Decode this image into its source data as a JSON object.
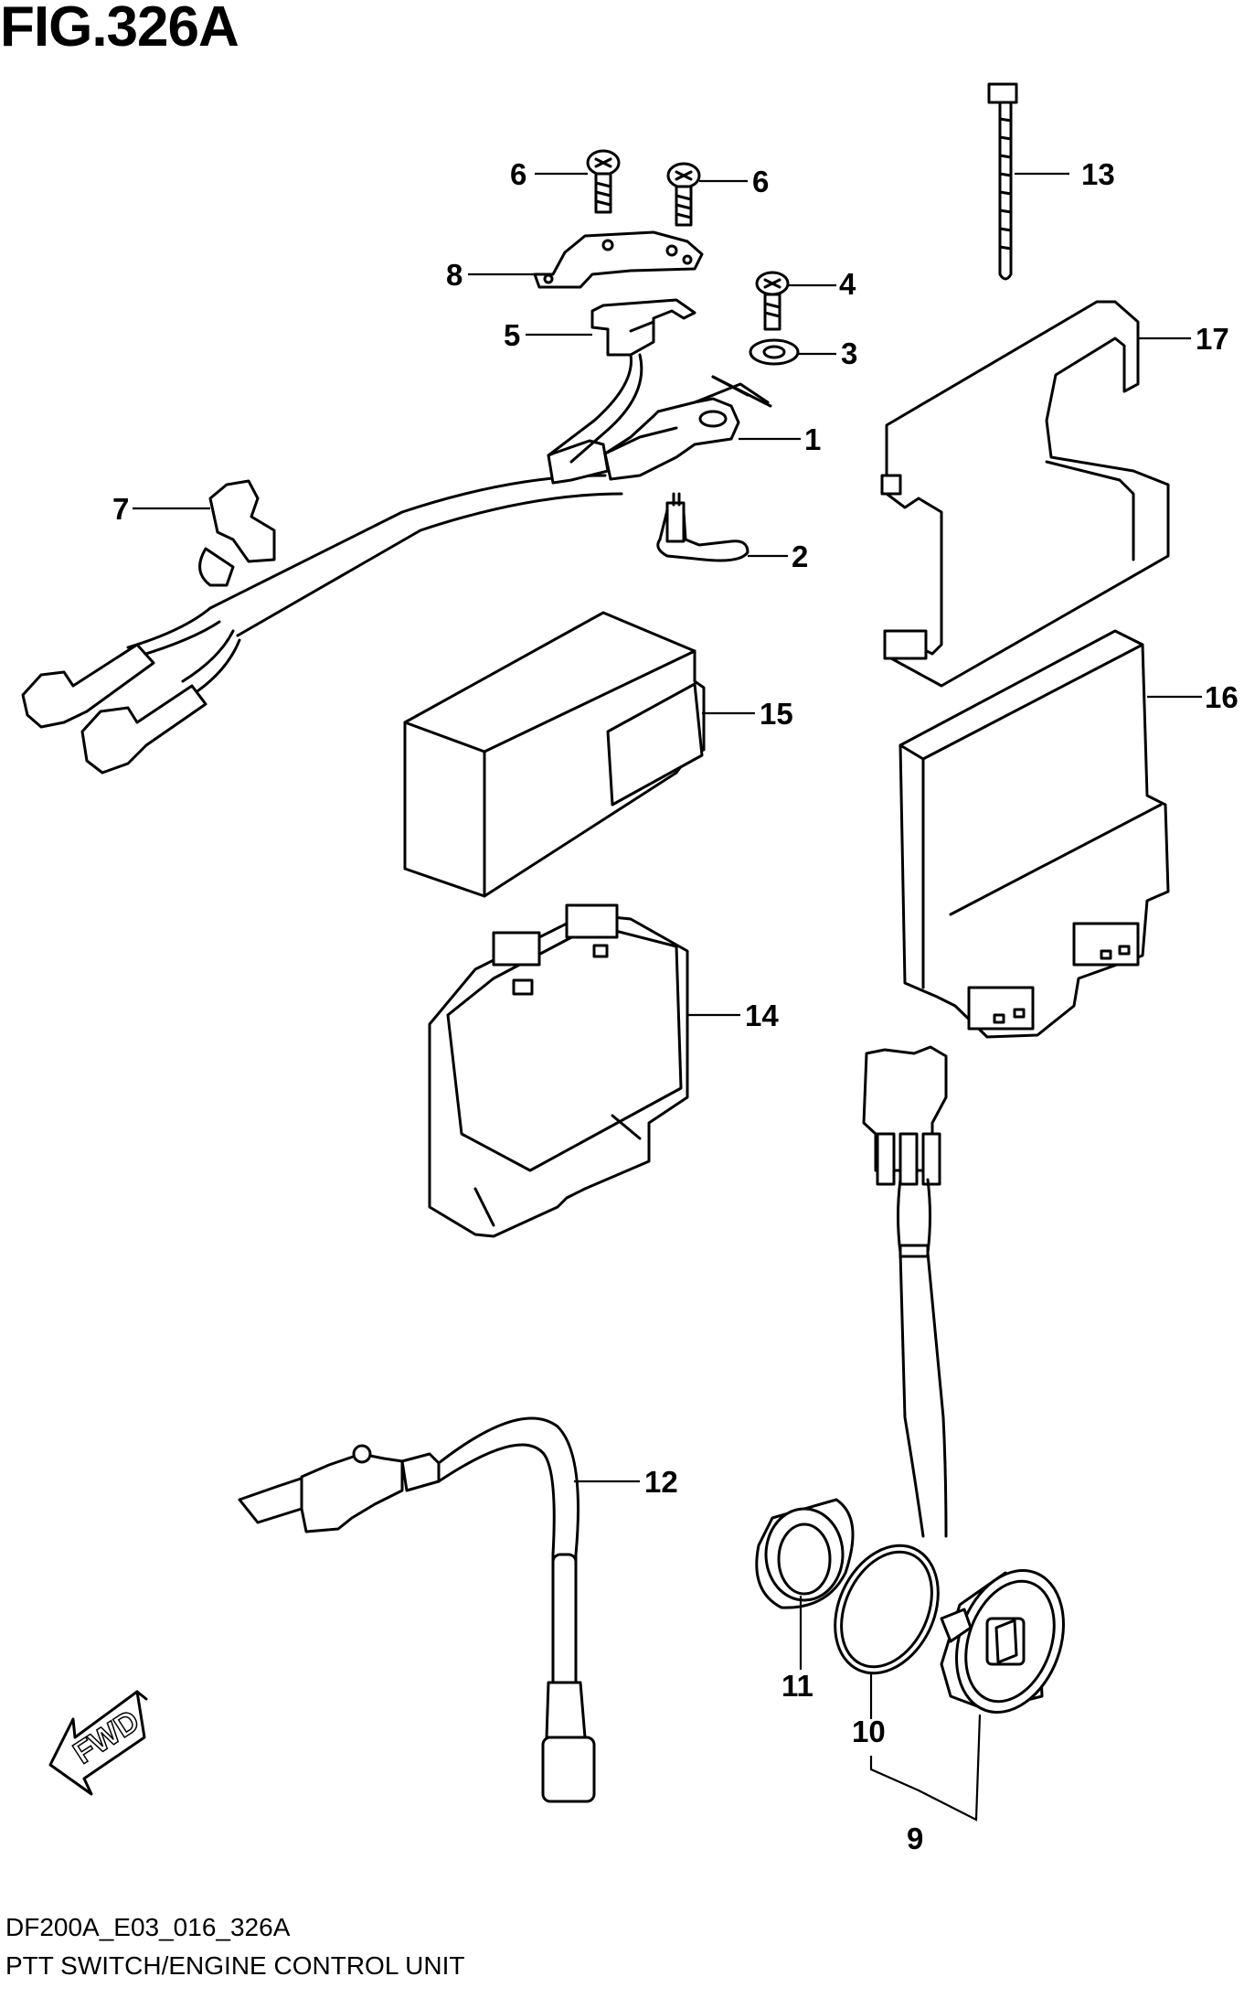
{
  "figure": {
    "title": "FIG.326A",
    "code": "DF200A_E03_016_326A",
    "name": "PTT SWITCH/ENGINE CONTROL UNIT",
    "fwd_label": "FWD"
  },
  "callouts": [
    "1",
    "2",
    "3",
    "4",
    "5",
    "6",
    "6",
    "7",
    "8",
    "9",
    "10",
    "11",
    "12",
    "13",
    "14",
    "15",
    "16",
    "17"
  ]
}
